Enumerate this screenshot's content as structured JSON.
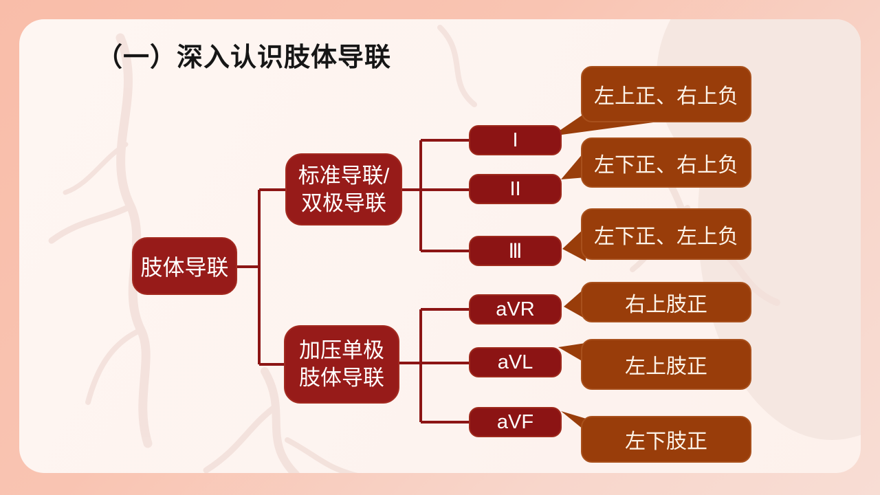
{
  "slide": {
    "title": "（一）深入认识肢体导联",
    "colors": {
      "outer_background_top": "#f9bda9",
      "outer_background_bottom": "#f8ddd4",
      "card_background": "#fdf3ef",
      "node_red": "#971b19",
      "lead_box_red": "#8c1414",
      "callout_brown": "#993d0a",
      "connector_red": "#8c1515",
      "node_text": "#ffffff",
      "callout_text": "#fcf3e8",
      "title_text": "#161616"
    },
    "tree": {
      "root": {
        "label": "肢体导联"
      },
      "branches": [
        {
          "label_line1": "标准导联/",
          "label_line2": "双极导联",
          "leads": [
            {
              "name": "I",
              "note": "左上正、右上负"
            },
            {
              "name": "II",
              "note": "左下正、右上负"
            },
            {
              "name": "Ⅲ",
              "note": "左下正、左上负"
            }
          ]
        },
        {
          "label_line1": "加压单极",
          "label_line2": "肢体导联",
          "leads": [
            {
              "name": "aVR",
              "note": "右上肢正"
            },
            {
              "name": "aVL",
              "note": "左上肢正"
            },
            {
              "name": "aVF",
              "note": "左下肢正"
            }
          ]
        }
      ]
    }
  }
}
